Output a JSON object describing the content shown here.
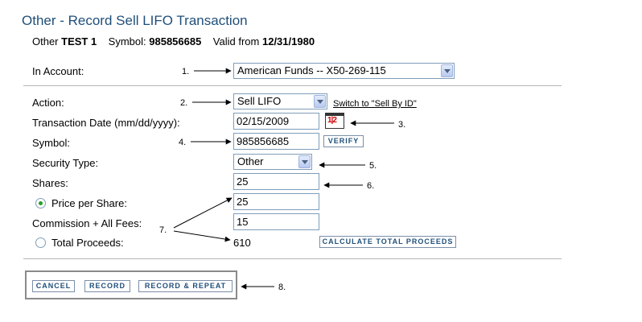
{
  "page": {
    "title": "Other - Record Sell LIFO Transaction",
    "subhead": {
      "other_label": "Other",
      "other_value": "TEST 1",
      "symbol_label": "Symbol:",
      "symbol_value": "985856685",
      "valid_label": "Valid from",
      "valid_value": "12/31/1980"
    }
  },
  "form": {
    "account": {
      "label": "In Account:",
      "value": "American Funds -- X50-269-115"
    },
    "action": {
      "label": "Action:",
      "value": "Sell LIFO",
      "switch_link": "Switch to \"Sell By ID\""
    },
    "date": {
      "label": "Transaction Date (mm/dd/yyyy):",
      "value": "02/15/2009"
    },
    "symbol": {
      "label": "Symbol:",
      "value": "985856685",
      "verify_label": "VERIFY"
    },
    "security_type": {
      "label": "Security Type:",
      "value": "Other"
    },
    "shares": {
      "label": "Shares:",
      "value": "25"
    },
    "price": {
      "label": "Price per Share:",
      "value": "25",
      "selected": true
    },
    "commission": {
      "label": "Commission + All Fees:",
      "value": "15"
    },
    "proceeds": {
      "label": "Total Proceeds:",
      "value": "610",
      "calc_label": "CALCULATE TOTAL PROCEEDS",
      "selected": false
    }
  },
  "buttons": {
    "cancel": "CANCEL",
    "record": "RECORD",
    "record_repeat": "RECORD & REPEAT"
  },
  "calendar_icon_text": "1|2",
  "callouts": [
    "1.",
    "2.",
    "3.",
    "4.",
    "5.",
    "6.",
    "7.",
    "8."
  ],
  "colors": {
    "title": "#1f4f7a",
    "button_text": "#1f4f7a",
    "radio_selected": "#21a121",
    "calendar_accent": "#cc0000"
  }
}
